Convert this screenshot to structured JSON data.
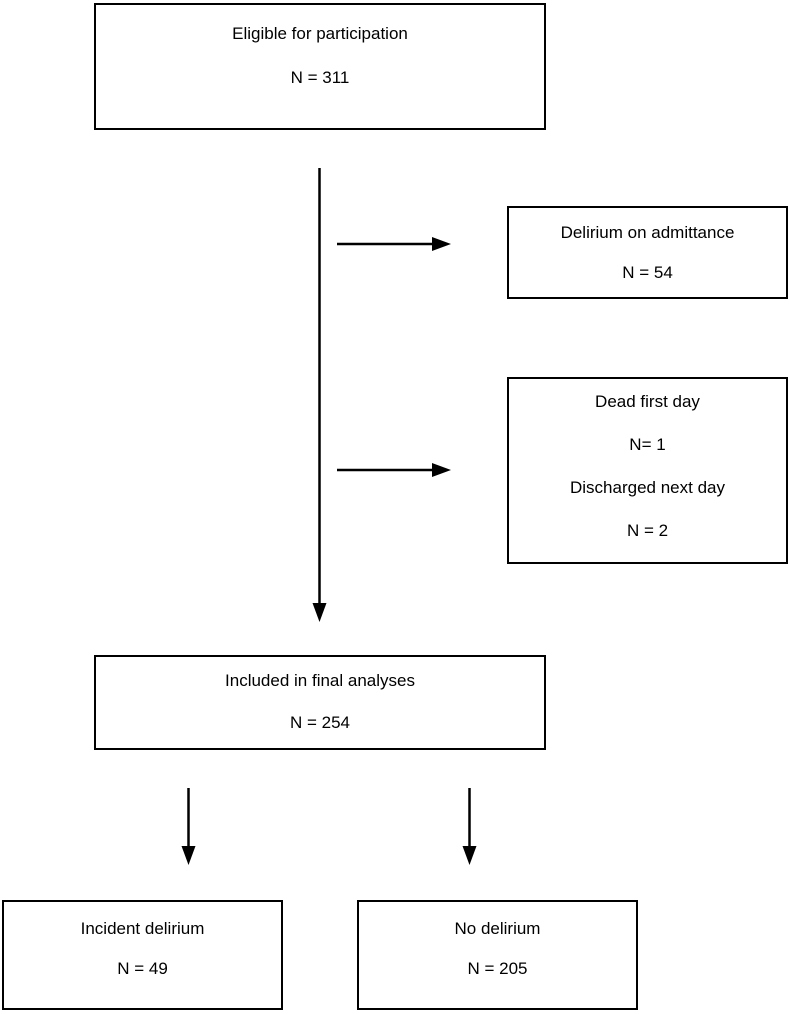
{
  "flowchart": {
    "background_color": "#ffffff",
    "box_border_color": "#000000",
    "text_color": "#000000",
    "arrow_color": "#000000",
    "nodes": [
      {
        "name": "eligible",
        "lines": [
          "Eligible for participation",
          "N = 311"
        ]
      },
      {
        "name": "delirium-on-admittance",
        "lines": [
          "Delirium on admittance",
          "N = 54"
        ]
      },
      {
        "name": "excluded-early",
        "lines": [
          "Dead first day",
          "N= 1",
          "Discharged next day",
          "N = 2"
        ]
      },
      {
        "name": "included-final",
        "lines": [
          "Included in final analyses",
          "N = 254"
        ]
      },
      {
        "name": "incident-delirium",
        "lines": [
          "Incident delirium",
          "N = 49"
        ]
      },
      {
        "name": "no-delirium",
        "lines": [
          "No delirium",
          "N = 205"
        ]
      }
    ]
  }
}
